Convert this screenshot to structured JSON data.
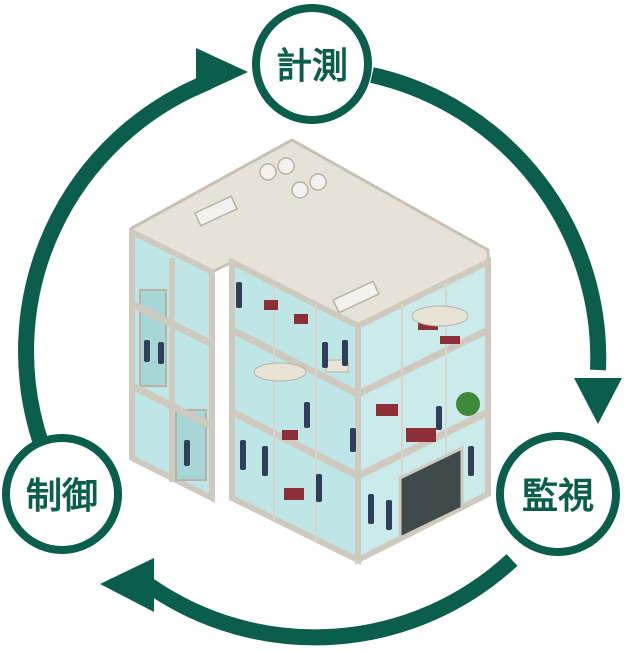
{
  "diagram": {
    "nodes": [
      {
        "id": "measure",
        "label": "計測"
      },
      {
        "id": "monitor",
        "label": "監視"
      },
      {
        "id": "control",
        "label": "制御"
      }
    ],
    "cycle": [
      "measure",
      "monitor",
      "control"
    ]
  },
  "colors": {
    "accent": "#0b5e4c",
    "node_fill": "#ffffff",
    "glass": "#bfe6e6",
    "glass_dark": "#a7d6d6",
    "frame": "#cfcabf",
    "frame_dark": "#b9b3a5",
    "roof": "#e6e2d8",
    "furniture": "#8c2f39",
    "figure": "#2f3f5a"
  },
  "icons": {
    "center": "office-building-illustration"
  }
}
